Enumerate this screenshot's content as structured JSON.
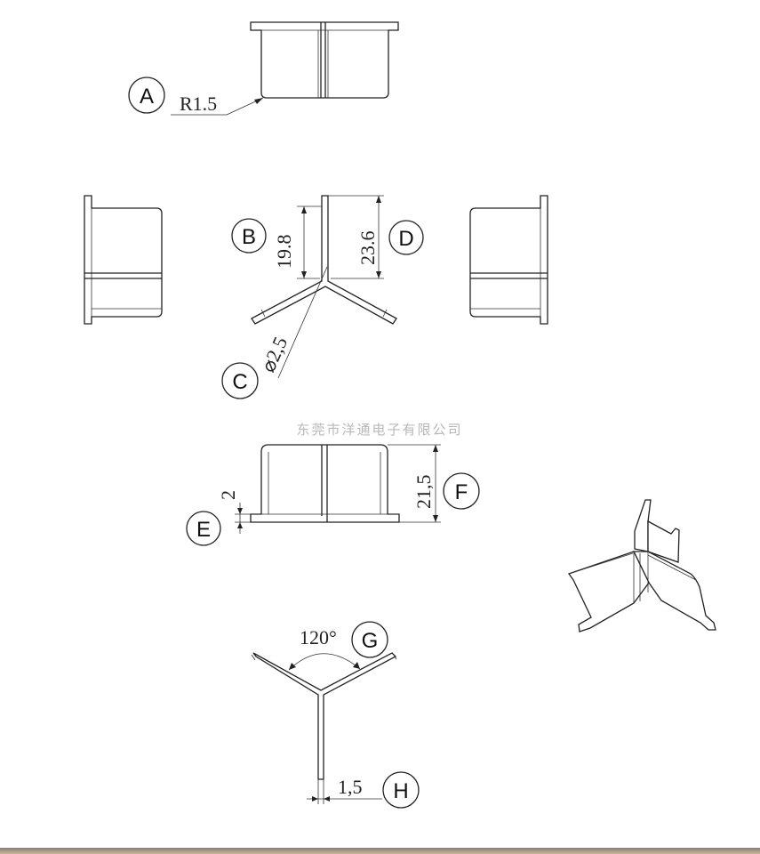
{
  "dimensions": {
    "radius": "R1.5",
    "height_b": "19.8",
    "diameter": "⌀2,5",
    "height_d": "23.6",
    "flange": "2",
    "height_f": "21,5",
    "angle": "120°",
    "thickness": "1,5"
  },
  "callouts": {
    "a": "A",
    "b": "B",
    "c": "C",
    "d": "D",
    "e": "E",
    "f": "F",
    "g": "G",
    "h": "H"
  },
  "watermark": "东莞市洋通电子有限公司",
  "colors": {
    "line": "#222222",
    "watermark": "#b8b8b8",
    "bottom_bar": "#a8967c"
  }
}
